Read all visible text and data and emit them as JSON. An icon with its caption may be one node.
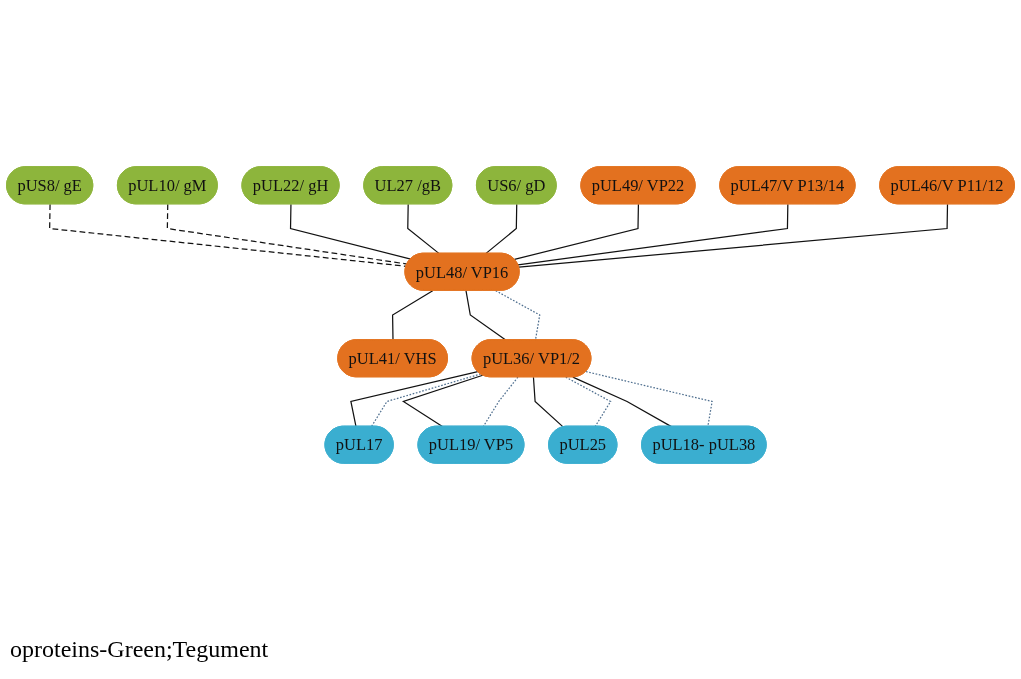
{
  "diagram": {
    "nodes": [
      {
        "text": [
          "pUS8/ gE"
        ]
      },
      {
        "text": [
          "pUL10/ gM"
        ]
      },
      {
        "text": [
          "pUL22/ gH"
        ]
      },
      {
        "text": [
          "UL27 /gB"
        ]
      },
      {
        "text": [
          "US6/ gD"
        ]
      },
      {
        "text": [
          "pUL49/ VP22"
        ]
      },
      {
        "text": [
          "pUL48/ VP16"
        ]
      },
      {
        "text": [
          "pUL41/ VHS"
        ]
      },
      {
        "text": [
          "pUL47/V P13/14"
        ]
      },
      {
        "text": [
          "pUL36/ VP1/2"
        ]
      },
      {
        "text": [
          "pUL46/V P11/12"
        ]
      },
      {
        "text": [
          "pUL17"
        ]
      },
      {
        "text": [
          "pUL19/ VP5"
        ]
      },
      {
        "text": [
          "pUL25"
        ]
      },
      {
        "text": [
          "pUL18- pUL38"
        ]
      }
    ],
    "edges": [
      {
        "from": 0,
        "to": 6,
        "arrow": "none",
        "style": "dashed"
      },
      {
        "from": 1,
        "to": 6,
        "arrow": "none",
        "style": "dashed"
      },
      {
        "from": 2,
        "to": 6,
        "arrow": "none"
      },
      {
        "from": 3,
        "to": 6,
        "arrow": "none"
      },
      {
        "from": 4,
        "to": 6,
        "arrow": "none"
      },
      {
        "from": 5,
        "to": 6,
        "arrow": "none"
      },
      {
        "from": 8,
        "to": 6,
        "arrow": "none"
      },
      {
        "from": 10,
        "to": 6,
        "arrow": "none"
      },
      {
        "from": 6,
        "to": 7,
        "arrow": "none"
      },
      {
        "from": 6,
        "to": 9,
        "arrow": "none"
      },
      {
        "from": 6,
        "to": 9,
        "arrow": "none",
        "style": "dashed",
        "color": "#4f6f8f"
      },
      {
        "from": 9,
        "to": 11,
        "arrow": "none"
      },
      {
        "from": 9,
        "to": 11,
        "arrow": "none",
        "style": "dashed",
        "color": "#4f6f8f"
      },
      {
        "from": 9,
        "to": 12,
        "arrow": "none"
      },
      {
        "from": 9,
        "to": 12,
        "arrow": "none",
        "style": "dashed",
        "color": "#4f6f8f"
      },
      {
        "from": 9,
        "to": 13,
        "arrow": "none"
      },
      {
        "from": 9,
        "to": 13,
        "arrow": "none",
        "style": "dashed",
        "color": "#4f6f8f"
      },
      {
        "from": 9,
        "to": 14,
        "arrow": "none"
      },
      {
        "from": 9,
        "to": 14,
        "arrow": "none",
        "style": "dashed",
        "color": "#4f6f8f"
      }
    ],
    "labels": [
      "oproteins-Green;Tegument"
    ]
  }
}
